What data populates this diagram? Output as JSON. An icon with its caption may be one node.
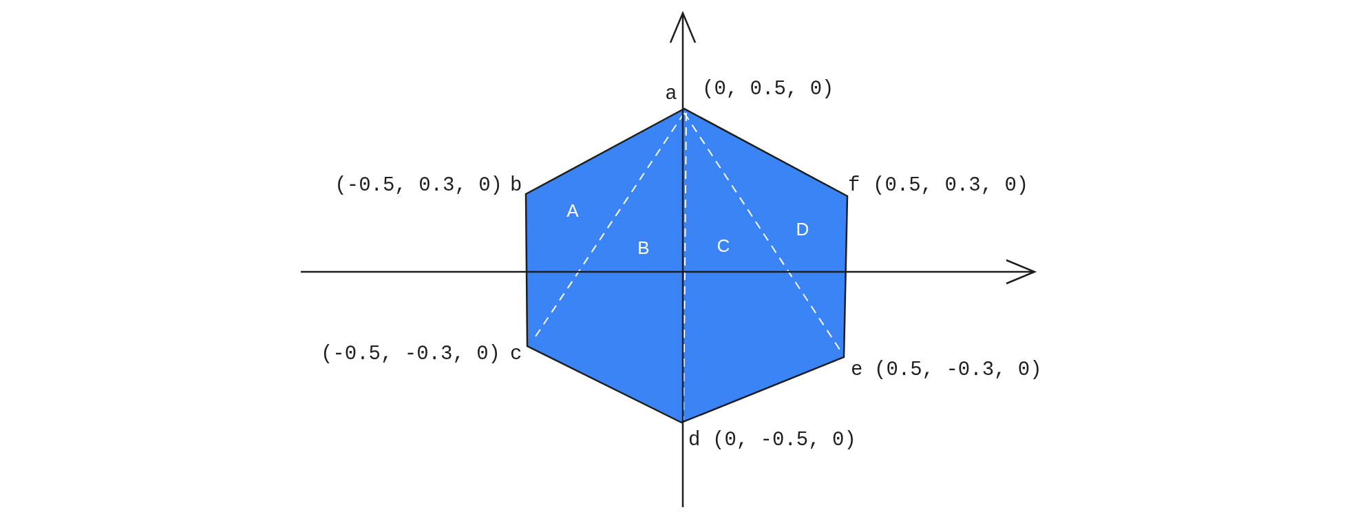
{
  "diagram": {
    "nodes": [
      {
        "text": [
          "A",
          "B",
          "C",
          "D"
        ]
      }
    ],
    "labels": [
      "a",
      "(0, 0.5, 0)",
      "(-0.5, 0.3, 0)",
      "b",
      "f",
      "(0.5, 0.3, 0)",
      "(-0.5, -0.3, 0)",
      "c",
      "e",
      "(0.5, -0.3, 0)",
      "d",
      "(0, -0.5, 0)"
    ]
  }
}
